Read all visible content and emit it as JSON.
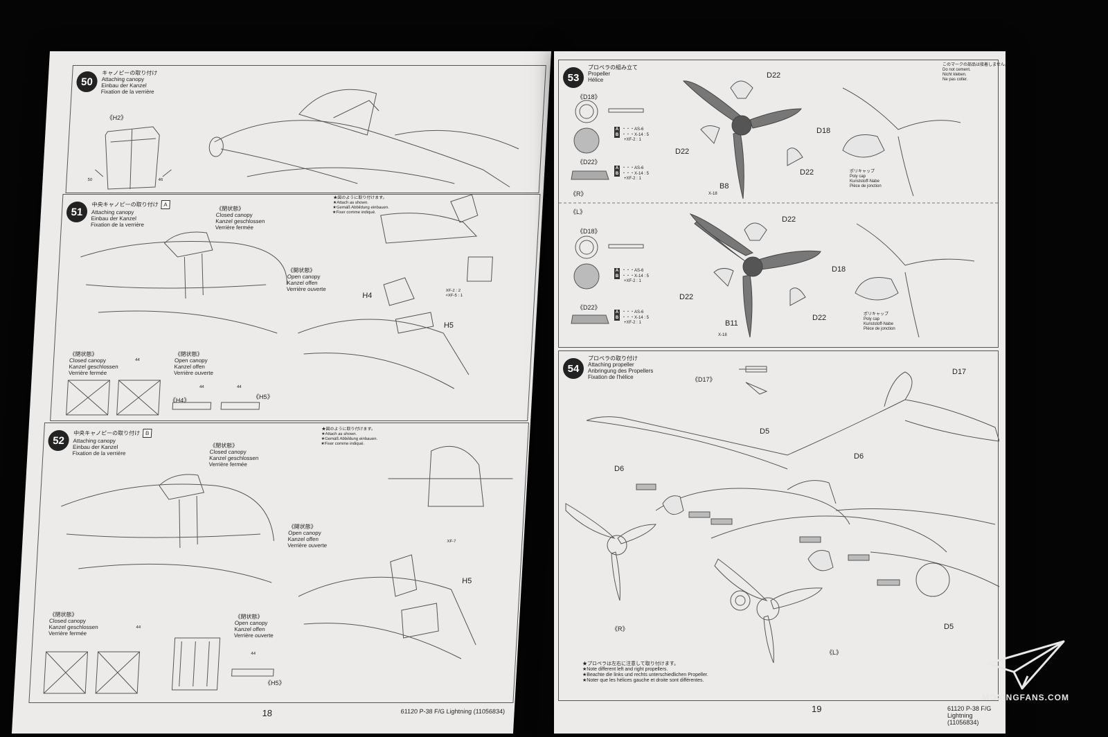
{
  "left_page": {
    "page_number": "18",
    "footer": "61120  P-38 F/G Lightning (11056834)",
    "step50": {
      "number": "50",
      "title_ja": "キャノピーの取り付け",
      "title_en": "Attaching canopy",
      "title_de": "Einbau der Kanzel",
      "title_fr": "Fixation de la verrière",
      "part": "《H2》",
      "arrow_left": "50",
      "arrow_right": "46"
    },
    "step51": {
      "number": "51",
      "title_ja": "中央キャノピーの取り付け",
      "variant": "A",
      "title_en": "Attaching canopy",
      "title_de": "Einbau der Kanzel",
      "title_fr": "Fixation de la verrière",
      "closed_ja": "《閉状態》",
      "closed_en": "Closed canopy",
      "closed_de": "Kanzel geschlossen",
      "closed_fr": "Verrière fermée",
      "open_ja": "《開状態》",
      "open_en": "Open canopy",
      "open_de": "Kanzel offen",
      "open_fr": "Verrière ouverte",
      "note_ja": "★図のように取り付けます。",
      "note_en": "★Attach as shown.",
      "note_de": "★Gemäß Abbildung einbauen.",
      "note_fr": "★Fixer comme indiqué.",
      "part_h4": "H4",
      "part_h5": "H5",
      "paint_1": "XF-2 : 2",
      "paint_2": "+XF-5 : 1",
      "box_closed_ja": "《閉状態》",
      "box_closed_en": "Closed canopy",
      "box_closed_de": "Kanzel geschlossen",
      "box_closed_fr": "Verrière fermée",
      "box_open_ja": "《閉状態》",
      "box_open_en": "Open canopy",
      "box_open_de": "Kanzel offen",
      "box_open_fr": "Verrière ouverte",
      "ref_44a": "44",
      "ref_44b": "44",
      "ref_44c": "44",
      "h4_label": "《H4》",
      "h5_label": "《H5》"
    },
    "step52": {
      "number": "52",
      "title_ja": "中央キャノピーの取り付け",
      "variant": "B",
      "title_en": "Attaching canopy",
      "title_de": "Einbau der Kanzel",
      "title_fr": "Fixation de la verrière",
      "closed_ja": "《閉状態》",
      "closed_en": "Closed canopy",
      "closed_de": "Kanzel geschlossen",
      "closed_fr": "Verrière fermée",
      "open_ja": "《開状態》",
      "open_en": "Open canopy",
      "open_de": "Kanzel offen",
      "open_fr": "Verrière ouverte",
      "note_ja": "★図のように取り付けます。",
      "note_en": "★Attach as shown.",
      "note_de": "★Gemäß Abbildung einbauen.",
      "note_fr": "★Fixer comme indiqué.",
      "paint": "XF-7",
      "part_h5": "H5",
      "box_closed_ja": "《閉状態》",
      "box_closed_en": "Closed canopy",
      "box_closed_de": "Kanzel geschlossen",
      "box_closed_fr": "Verrière fermée",
      "box_open_ja": "《閉状態》",
      "box_open_en": "Open canopy",
      "box_open_de": "Kanzel offen",
      "box_open_fr": "Verrière ouverte",
      "ref_44a": "44",
      "ref_44b": "44",
      "h5_label": "《H5》"
    }
  },
  "right_page": {
    "page_number": "19",
    "footer": "61120  P-38 F/G Lightning (11056834)",
    "step53": {
      "number": "53",
      "title_ja": "プロペラの組み立て",
      "title_en": "Propeller",
      "title_fr": "Hélice",
      "note_ja": "このマークの部品は接着しません。",
      "note_en": "Do not cement.",
      "note_de": "Nicht kleben.",
      "note_fr": "Ne pas coller.",
      "side_r": "《R》",
      "side_l": "《L》",
      "d18_r": "《D18》",
      "d22_r": "《D22》",
      "d18_l": "《D18》",
      "d22_l": "《D22》",
      "paint_a": "・・・AS-6",
      "paint_b": "・・・X-14 : 5",
      "paint_b2": "+XF-2 : 1",
      "part_d22_top_r": "D22",
      "part_d22_left_r": "D22",
      "part_d22_right_r": "D22",
      "part_b8": "B8",
      "x18_r": "X-18",
      "part_d18_r": "D18",
      "part_d22_top_l": "D22",
      "part_d22_left_l": "D22",
      "part_d22_right_l": "D22",
      "part_b11": "B11",
      "x18_l": "X-18",
      "part_d18_l": "D18",
      "polycap_ja": "ポリキャップ",
      "polycap_en": "Poly cap",
      "polycap_de": "Kunststoff-Nabe",
      "polycap_fr": "Pièce de jonction"
    },
    "step54": {
      "number": "54",
      "title_ja": "プロペラの取り付け",
      "title_en": "Attaching propeller",
      "title_de": "Anbringung des Propellers",
      "title_fr": "Fixation de l'hélice",
      "d17_inset": "《D17》",
      "d17": "D17",
      "d5_top": "D5",
      "d6_left": "D6",
      "d6_right": "D6",
      "d5_bottom": "D5",
      "side_r": "《R》",
      "side_l": "《L》",
      "note_ja": "★プロペラは左右に注意して取り付けます。",
      "note_en": "★Note different left and right propellers.",
      "note_de": "★Beachte die links und rechts unterschiedlichen Propeller.",
      "note_fr": "★Noter que les hélices gauche et droite sont différentes."
    }
  },
  "watermark": "MOXINGFANS.COM"
}
